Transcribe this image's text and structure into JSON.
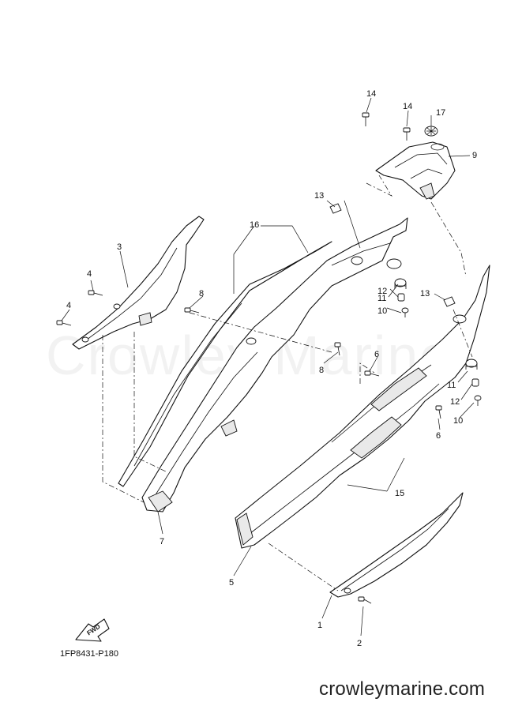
{
  "callouts": {
    "p1": "1",
    "p2": "2",
    "p3": "3",
    "p4a": "4",
    "p4b": "4",
    "p5": "5",
    "p6a": "6",
    "p6b": "6",
    "p7": "7",
    "p8a": "8",
    "p8b": "8",
    "p9": "9",
    "p10a": "10",
    "p10b": "10",
    "p11a": "11",
    "p11b": "11",
    "p12a": "12",
    "p12b": "12",
    "p13a": "13",
    "p13b": "13",
    "p14a": "14",
    "p14b": "14",
    "p15": "15",
    "p16": "16",
    "p17": "17"
  },
  "fwd_label": "FWD",
  "drawing_id": "1FP8431-P180",
  "watermark": "Crowley Marine",
  "site_text": "crowleymarine.com",
  "colors": {
    "ink": "#111111",
    "background": "#ffffff"
  },
  "icons": {
    "direction": "fwd-arrow-icon"
  }
}
